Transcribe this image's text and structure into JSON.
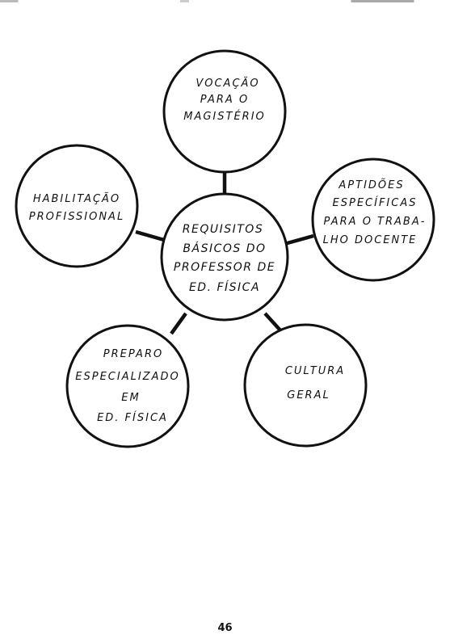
{
  "diagram": {
    "center": {
      "lines": [
        "REQUISITOS",
        "BÁSICOS DO",
        "PROFESSOR DE",
        "ED. FÍSICA"
      ]
    },
    "nodes": [
      {
        "id": "vocacao",
        "lines": [
          "VOCAÇÃO",
          "PARA O",
          "MAGISTÉRIO"
        ]
      },
      {
        "id": "aptidoes",
        "lines": [
          "APTIDÕES",
          "ESPECÍFICAS",
          "PARA O TRABA-",
          "LHO DOCENTE"
        ]
      },
      {
        "id": "cultura",
        "lines": [
          "CULTURA",
          "GERAL"
        ]
      },
      {
        "id": "preparo",
        "lines": [
          "PREPARO",
          "ESPECIALIZADO",
          "EM",
          "ED. FÍSICA"
        ]
      },
      {
        "id": "habilitacao",
        "lines": [
          "HABILITAÇÃO",
          "PROFISSIONAL"
        ]
      }
    ]
  },
  "page_number": "46"
}
